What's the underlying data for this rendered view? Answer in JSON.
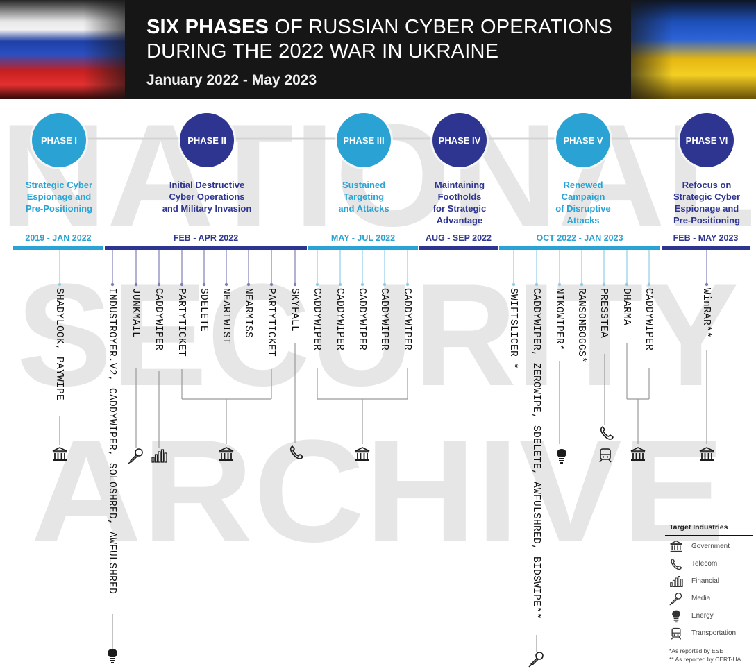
{
  "header": {
    "title_bold": "SIX PHASES",
    "title_rest": " OF RUSSIAN CYBER OPERATIONS",
    "title_line2": "DURING THE 2022 WAR IN UKRAINE",
    "subtitle": "January 2022 - May 2023"
  },
  "watermark": {
    "line1": "NATIONAL",
    "line2": "SECURITY",
    "line3": "ARCHIVE"
  },
  "colors": {
    "light_blue": "#2aa3d4",
    "dark_blue": "#2d3591",
    "header_bg": "#161616",
    "malware_line": "#8fcde6"
  },
  "phases": [
    {
      "label": "PHASE I",
      "description": [
        "Strategic Cyber",
        "Espionage and",
        "Pre-Positioning"
      ],
      "period": "2019 - JAN 2022",
      "color": "light"
    },
    {
      "label": "PHASE II",
      "description": [
        "Initial Destructive",
        "Cyber Operations",
        "and Military Invasion"
      ],
      "period": "FEB - APR 2022",
      "color": "dark"
    },
    {
      "label": "PHASE III",
      "description": [
        "Sustained",
        "Targeting",
        "and Attacks"
      ],
      "period": "MAY - JUL 2022",
      "color": "light"
    },
    {
      "label": "PHASE IV",
      "description": [
        "Maintaining",
        "Footholds",
        "for Strategic",
        "Advantage"
      ],
      "period": "AUG - SEP 2022",
      "color": "dark"
    },
    {
      "label": "PHASE V",
      "description": [
        "Renewed",
        "Campaign",
        "of Disruptive",
        "Attacks"
      ],
      "period": "OCT 2022 - JAN 2023",
      "color": "light"
    },
    {
      "label": "PHASE VI",
      "description": [
        "Refocus on",
        "Strategic Cyber",
        "Espionage and",
        "Pre-Positioning"
      ],
      "period": "FEB - MAY 2023",
      "color": "dark"
    }
  ],
  "malware": [
    {
      "name": "SHADYLOOK, PAYWIPE",
      "phase": "PHASE I"
    },
    {
      "name": "INDUSTROYER.V2, CADDYWIPER, SOLOSHRED, AWFULSHRED",
      "phase": "PHASE II"
    },
    {
      "name": "JUNKMAIL",
      "phase": "PHASE II"
    },
    {
      "name": "CADDYWIPER",
      "phase": "PHASE II"
    },
    {
      "name": "PARTYTICKET",
      "phase": "PHASE II"
    },
    {
      "name": "SDELETE",
      "phase": "PHASE II"
    },
    {
      "name": "NEARTWIST",
      "phase": "PHASE II"
    },
    {
      "name": "NEARMISS",
      "phase": "PHASE II"
    },
    {
      "name": "PARTYTICKET",
      "phase": "PHASE II"
    },
    {
      "name": "SKYFALL",
      "phase": "PHASE II"
    },
    {
      "name": "CADDYWIPER",
      "phase": "PHASE III"
    },
    {
      "name": "CADDYWIPER",
      "phase": "PHASE III"
    },
    {
      "name": "CADDYWIPER",
      "phase": "PHASE III"
    },
    {
      "name": "CADDYWIPER",
      "phase": "PHASE III"
    },
    {
      "name": "CADDYWIPER",
      "phase": "PHASE III"
    },
    {
      "name": "SWIFTSLICER *",
      "phase": "PHASE V"
    },
    {
      "name": "CADDYWIPER, ZEROWIPE, SDELETE, AWFULSHRED, BIDSWIPE**",
      "phase": "PHASE V"
    },
    {
      "name": "NIKOWIPER*",
      "phase": "PHASE V"
    },
    {
      "name": "RANSOMBOGGS*",
      "phase": "PHASE V"
    },
    {
      "name": "PRESSTEA",
      "phase": "PHASE V"
    },
    {
      "name": "DHARMA",
      "phase": "PHASE V"
    },
    {
      "name": "CADDYWIPER",
      "phase": "PHASE V"
    },
    {
      "name": "WinRAR**",
      "phase": "PHASE VI"
    }
  ],
  "targets": [
    {
      "icon": "government-icon",
      "industry": "Government"
    },
    {
      "icon": "media-icon",
      "industry": "Media"
    },
    {
      "icon": "financial-icon",
      "industry": "Financial"
    },
    {
      "icon": "government-icon",
      "industry": "Government"
    },
    {
      "icon": "telecom-icon",
      "industry": "Telecom"
    },
    {
      "icon": "government-icon",
      "industry": "Government"
    },
    {
      "icon": "energy-icon",
      "industry": "Energy"
    },
    {
      "icon": "telecom-icon",
      "industry": "Telecom"
    },
    {
      "icon": "transportation-icon",
      "industry": "Transportation"
    },
    {
      "icon": "government-icon",
      "industry": "Government"
    },
    {
      "icon": "government-icon",
      "industry": "Government"
    },
    {
      "icon": "energy-icon",
      "industry": "Energy"
    },
    {
      "icon": "media-icon",
      "industry": "Media"
    }
  ],
  "legend": {
    "title": "Target Industries",
    "items": [
      {
        "icon": "government-icon",
        "label": "Government"
      },
      {
        "icon": "telecom-icon",
        "label": "Telecom"
      },
      {
        "icon": "financial-icon",
        "label": "Financial"
      },
      {
        "icon": "media-icon",
        "label": "Media"
      },
      {
        "icon": "energy-icon",
        "label": "Energy"
      },
      {
        "icon": "transportation-icon",
        "label": "Transportation"
      }
    ],
    "footnote1": "*As reported by ESET",
    "footnote2": "** As reported by CERT-UA"
  }
}
